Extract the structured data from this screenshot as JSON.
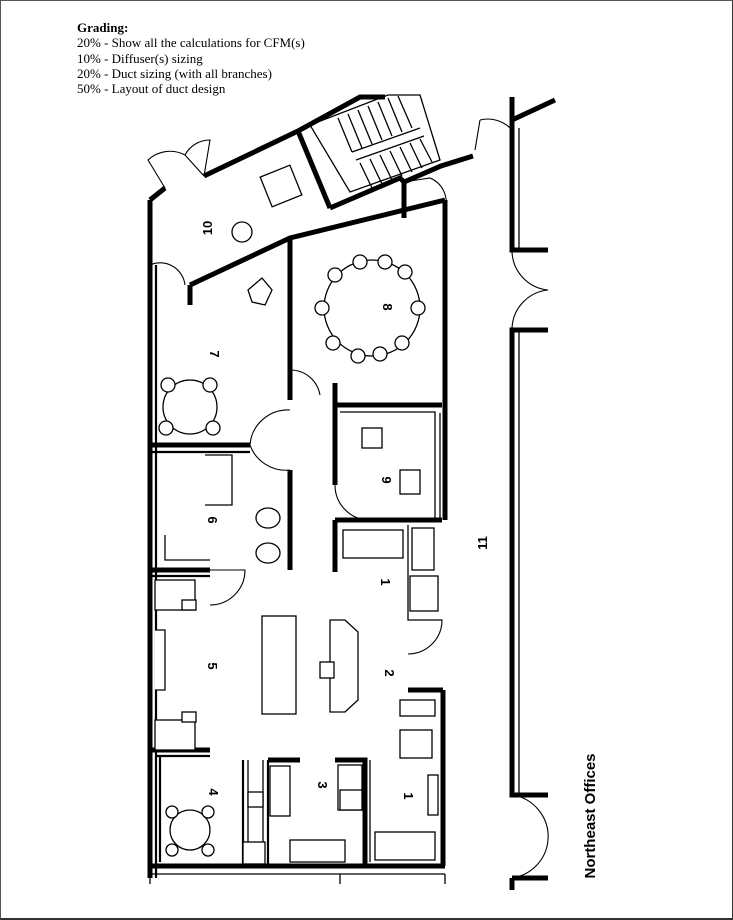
{
  "grading": {
    "title": "Grading:",
    "items": [
      "20% - Show all the calculations for CFM(s)",
      "10% - Diffuser(s) sizing",
      "20% - Duct sizing (with all branches)",
      "50% - Layout of duct design"
    ]
  },
  "floor_plan": {
    "title": "Northeast Offices",
    "room_labels": [
      "10",
      "8",
      "7",
      "9",
      "6",
      "11",
      "1",
      "2",
      "5",
      "3",
      "1",
      "4"
    ]
  }
}
